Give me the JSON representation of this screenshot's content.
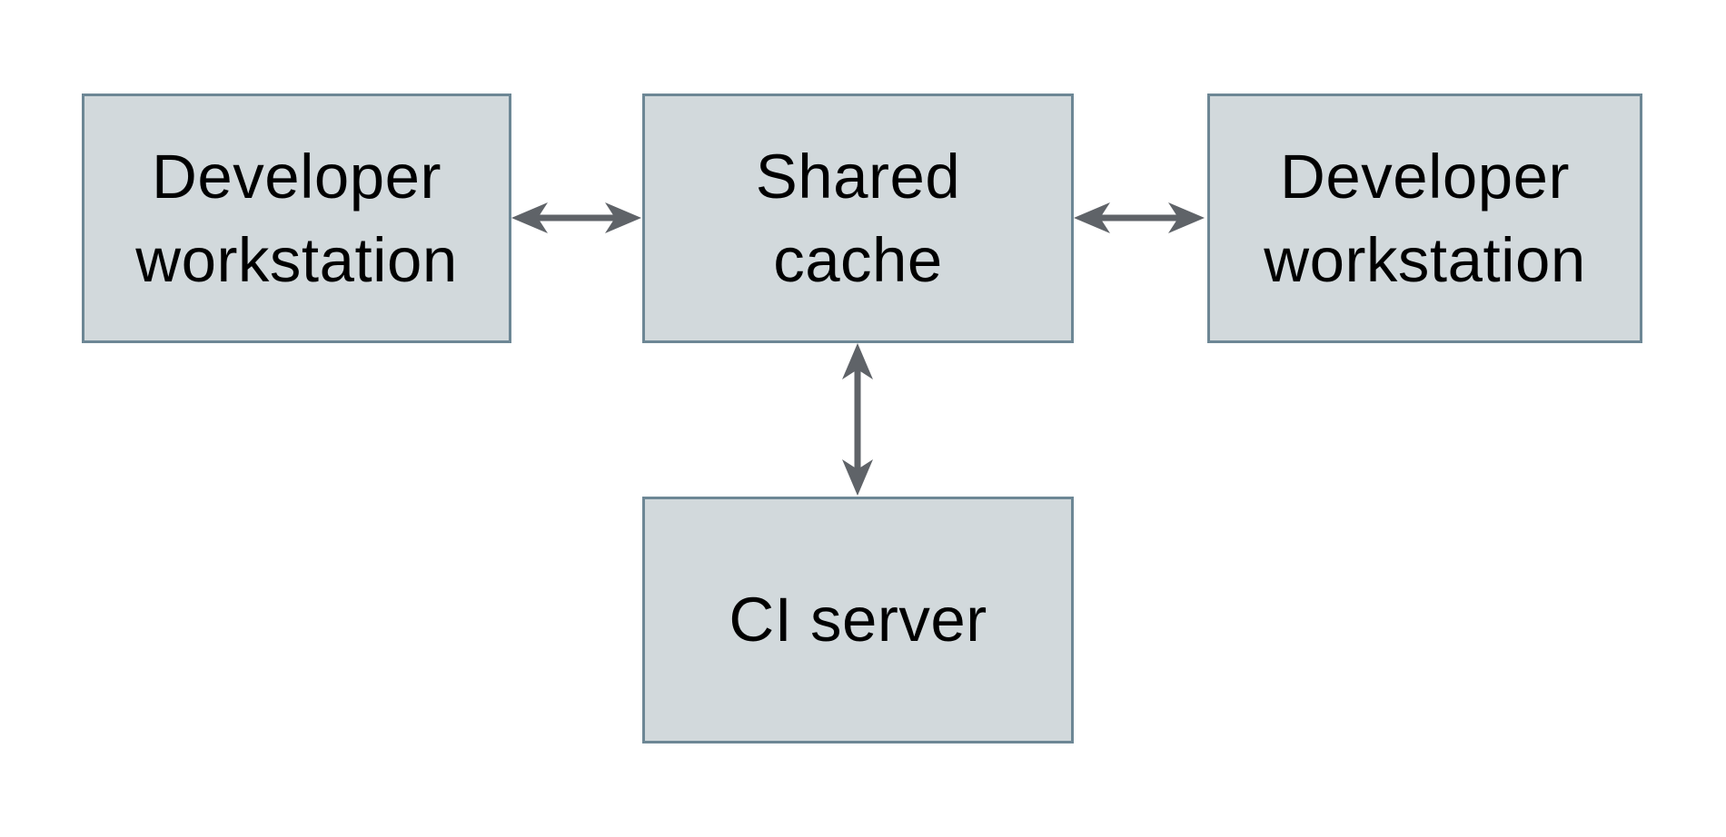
{
  "diagram": {
    "type": "architecture-diagram",
    "background": "#ffffff",
    "nodes": [
      {
        "id": "dev-left",
        "label": "Developer\nworkstation",
        "shape": "rectangle",
        "fill": "#d2d9dc",
        "border": "#6d8795"
      },
      {
        "id": "cache",
        "label": "Shared\ncache",
        "shape": "rectangle",
        "fill": "#d2d9dc",
        "border": "#6d8795"
      },
      {
        "id": "dev-right",
        "label": "Developer\nworkstation",
        "shape": "rectangle",
        "fill": "#d2d9dc",
        "border": "#6d8795"
      },
      {
        "id": "ci",
        "label": "CI server",
        "shape": "rectangle",
        "fill": "#d2d9dc",
        "border": "#6d8795"
      }
    ],
    "edges": [
      {
        "id": "left",
        "from": "dev-left",
        "to": "cache",
        "style": "double-arrow",
        "orientation": "horizontal"
      },
      {
        "id": "right",
        "from": "dev-right",
        "to": "cache",
        "style": "double-arrow",
        "orientation": "horizontal"
      },
      {
        "id": "bottom",
        "from": "ci",
        "to": "cache",
        "style": "double-arrow",
        "orientation": "vertical"
      }
    ],
    "colors": {
      "node_fill": "#d2d9dc",
      "node_border": "#6d8795",
      "arrow": "#5f6368",
      "text": "#000000",
      "background": "#ffffff"
    }
  }
}
